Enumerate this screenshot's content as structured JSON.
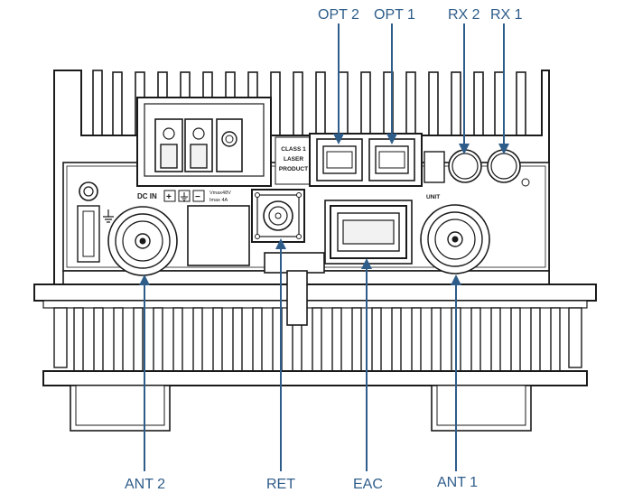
{
  "callouts": {
    "opt2": "OPT 2",
    "opt1": "OPT 1",
    "rx2": "RX 2",
    "rx1": "RX 1",
    "ant2": "ANT 2",
    "ret": "RET",
    "eac": "EAC",
    "ant1": "ANT 1"
  },
  "unit_markings": {
    "laser_line1": "CLASS 1",
    "laser_line2": "LASER",
    "laser_line3": "PRODUCT",
    "dc_in": "DC IN",
    "dc_plus": "+",
    "dc_minus": "−",
    "rating_line1": "Vmax48V",
    "rating_line2": "Imax 4A",
    "unit": "UNIT"
  },
  "colors": {
    "callout": "#2f5d8a",
    "drawing": "#1a1a1a"
  }
}
